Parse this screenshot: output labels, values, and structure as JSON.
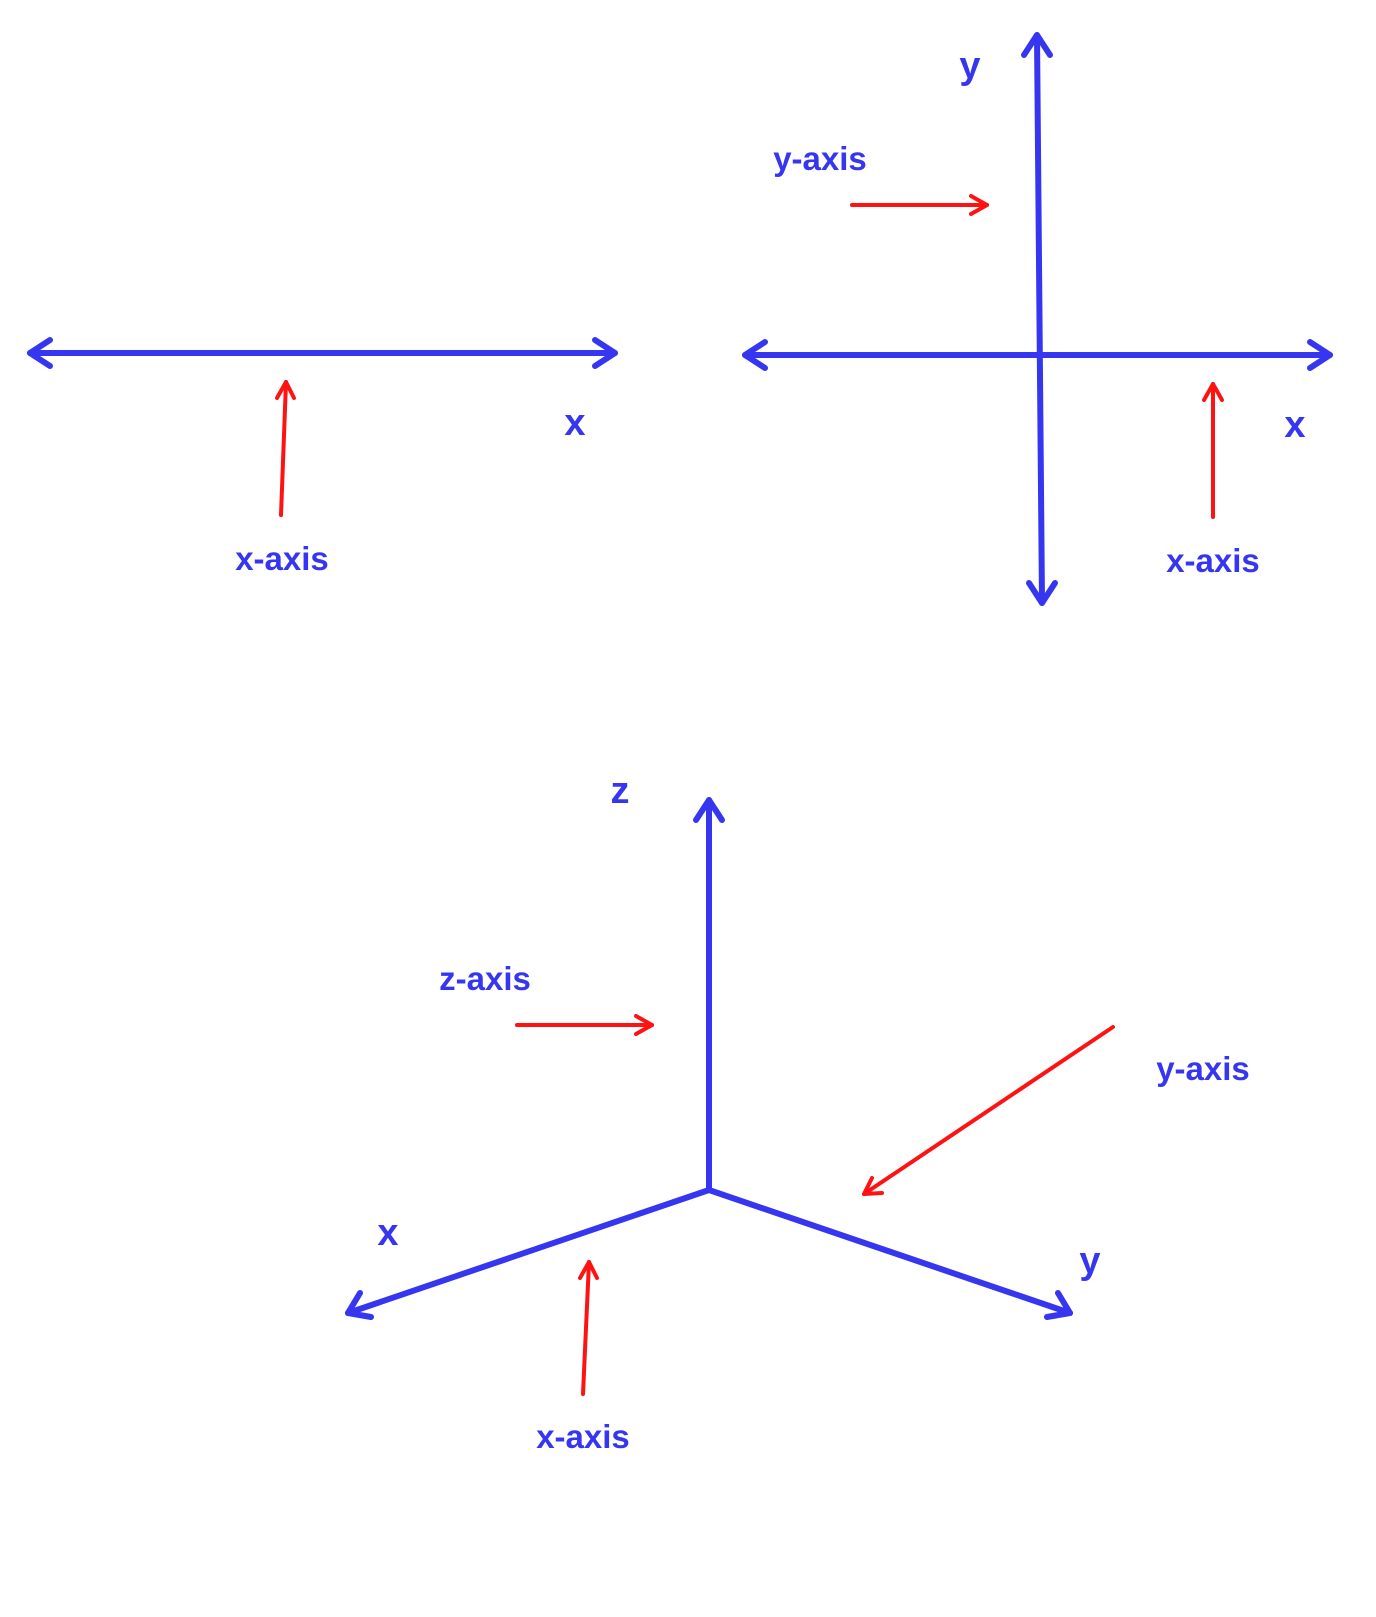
{
  "colors": {
    "axis": "#3636f0",
    "pointer": "#ff1212",
    "label": "#3636f0",
    "background": "#ffffff"
  },
  "panel_1d": {
    "x_letter": "x",
    "x_axis_label": "x-axis"
  },
  "panel_2d": {
    "y_letter": "y",
    "x_letter": "x",
    "y_axis_label": "y-axis",
    "x_axis_label": "x-axis"
  },
  "panel_3d": {
    "z_letter": "z",
    "x_letter": "x",
    "y_letter": "y",
    "z_axis_label": "z-axis",
    "y_axis_label": "y-axis",
    "x_axis_label": "x-axis"
  }
}
